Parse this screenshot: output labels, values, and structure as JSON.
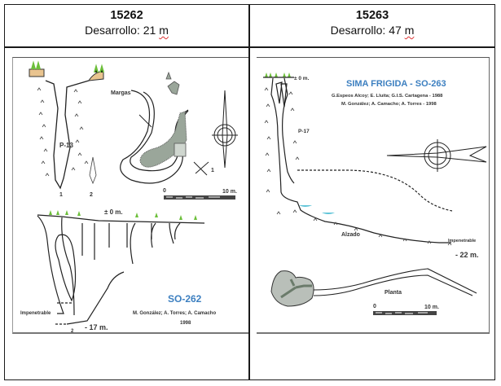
{
  "table": {
    "columns": [
      {
        "id": "15262",
        "desarrollo_label": "Desarrollo:",
        "desarrollo_value": "21",
        "unit": "m"
      },
      {
        "id": "15263",
        "desarrollo_label": "Desarrollo:",
        "desarrollo_value": "47",
        "unit": "m"
      }
    ]
  },
  "drawing_left": {
    "code": "SO-262",
    "authors": "M. González; A. Torres; A. Camacho",
    "year": "1998",
    "labels": {
      "margas": "Margas",
      "pit": "P-13",
      "section1": "1",
      "section2": "2",
      "zero": "± 0 m.",
      "impenetrable": "Impenetrable",
      "depth": "- 17 m.",
      "section_mark": "2",
      "section_mark_plan": "1",
      "scale_start": "0",
      "scale_end": "10 m."
    },
    "colors": {
      "title": "#3c7fc0",
      "vegetation": "#6cbf3a",
      "soil": "#e9c48f",
      "cave_fill": "#9aa69a"
    }
  },
  "drawing_right": {
    "title": "SIMA FRIGIDA - SO-263",
    "credits_line1": "G.Espeos Alcoy; E. Lluita; G.I.S. Cartagena - 1988",
    "credits_line2": "M. González; A. Camacho; A. Torres - 1998",
    "labels": {
      "zero": "± 0 m.",
      "pit": "P-17",
      "alzado": "Alzado",
      "planta": "Planta",
      "impenetrable": "Impenetrable",
      "depth": "- 22 m.",
      "scale_start": "0",
      "scale_end": "10 m."
    },
    "colors": {
      "title": "#3c7fc0",
      "water": "#5fc4d8",
      "cave_fill": "#b9bfb9"
    }
  }
}
